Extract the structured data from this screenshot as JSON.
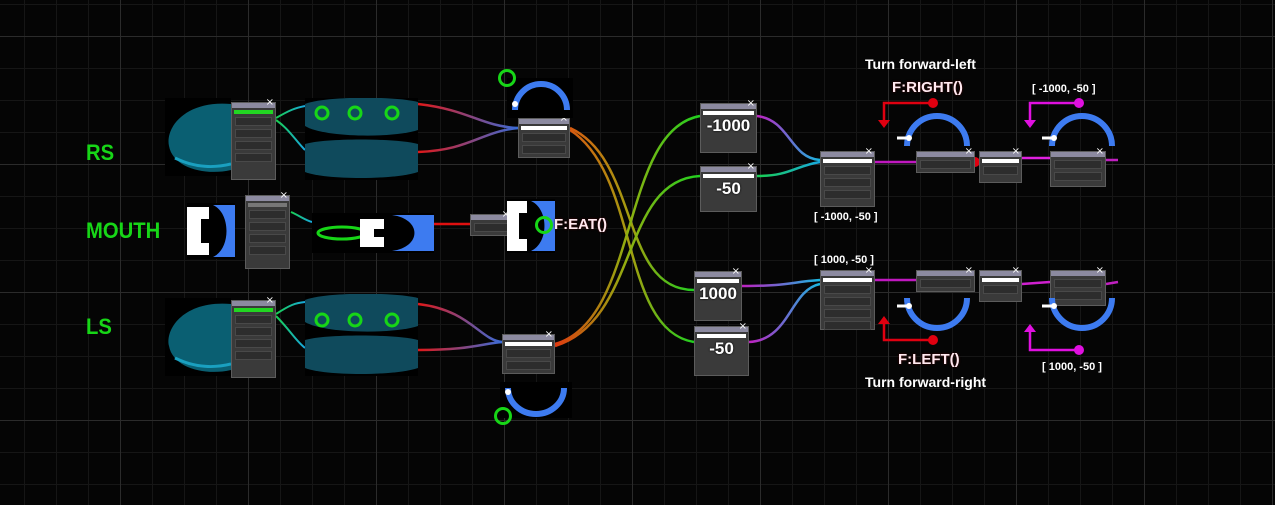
{
  "labels": {
    "rs": "RS",
    "mouth": "MOUTH",
    "ls": "LS"
  },
  "functions": {
    "eat": "F:EAT()",
    "right": "F:RIGHT()",
    "left": "F:LEFT()"
  },
  "captions": {
    "forward_left": "Turn forward-left",
    "forward_right": "Turn forward-right"
  },
  "values": {
    "top_a": "-1000",
    "top_b": "-50",
    "bottom_a": "1000",
    "bottom_b": "-50"
  },
  "vectors": {
    "top_combine": "[ -1000, -50 ]",
    "bottom_combine": "[ 1000, -50 ]",
    "top_right": "[ -1000, -50 ]",
    "bottom_right": "[ 1000, -50 ]"
  },
  "colors": {
    "label_green": "#17d617",
    "arc_blue": "#3d7bf0",
    "red_marker": "#e00010",
    "magenta_marker": "#e010e0",
    "sensor_teal": "#0a5f72"
  },
  "icons": [
    "eye-sensor-icon",
    "mouth-sensor-icon",
    "arc-actuator-icon",
    "close-icon"
  ]
}
